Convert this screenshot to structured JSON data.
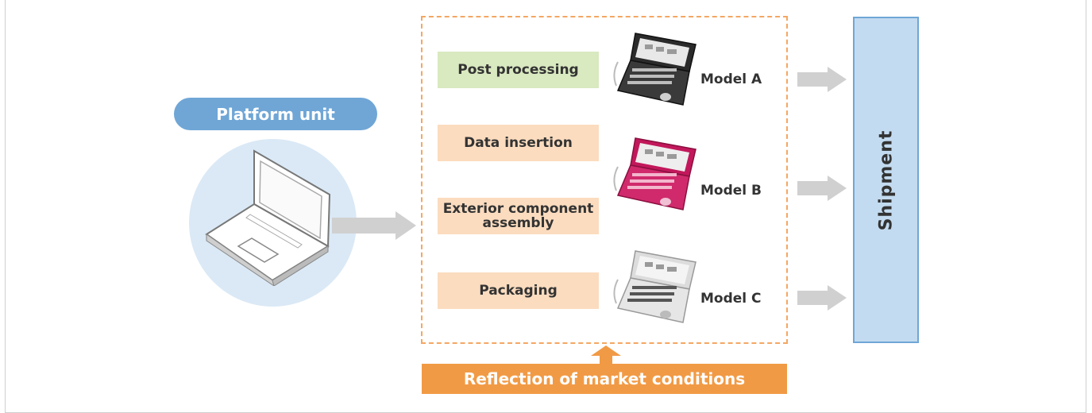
{
  "platform": {
    "label": "Platform unit"
  },
  "steps": [
    {
      "label": "Post processing"
    },
    {
      "label": "Data insertion"
    },
    {
      "label": "Exterior component assembly"
    },
    {
      "label": "Packaging"
    }
  ],
  "models": [
    {
      "label": "Model A",
      "color": "#2a2a2a"
    },
    {
      "label": "Model B",
      "color": "#c2185b"
    },
    {
      "label": "Model C",
      "color": "#d9d9d9"
    }
  ],
  "shipment": {
    "label": "Shipment"
  },
  "market": {
    "label": "Reflection of market conditions"
  },
  "colors": {
    "platform_blue": "#6fa6d6",
    "circle_bg": "#dbe9f6",
    "step_green": "#d9e9c0",
    "step_peach": "#fbdcbf",
    "dashed_border": "#f4a763",
    "market_orange": "#f19a45",
    "shipment_bg": "#c3dbf0",
    "arrow_gray": "#d0d0d0"
  },
  "icons": [
    "laptop-icon",
    "device-model-a-icon",
    "device-model-b-icon",
    "device-model-c-icon"
  ]
}
